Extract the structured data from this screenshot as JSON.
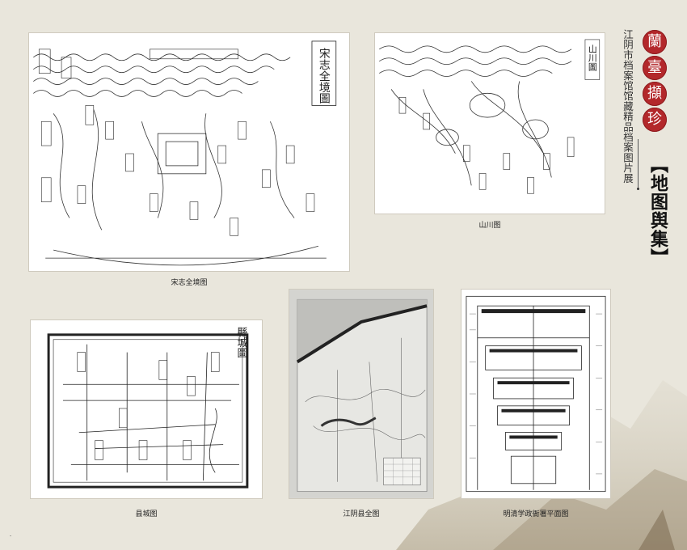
{
  "colors": {
    "background": "#e9e6dc",
    "seal_red": "#b3282b",
    "ink": "#222222"
  },
  "series": {
    "seal_chars": [
      "蘭",
      "臺",
      "擷",
      "珍"
    ],
    "subtitle": "江阴市档案馆馆藏精品档案图片展",
    "section_title": "【地图舆集】"
  },
  "maps": [
    {
      "caption": "宋志全境图",
      "inscription": "宋志全境圖"
    },
    {
      "caption": "山川图",
      "inscription": "山川圖"
    },
    {
      "caption": "县城图",
      "inscription": "縣城圖"
    },
    {
      "caption": "江阴县全图"
    },
    {
      "caption": "明清学政衙署平面图"
    }
  ],
  "footer": {
    "page_mark": "-"
  }
}
